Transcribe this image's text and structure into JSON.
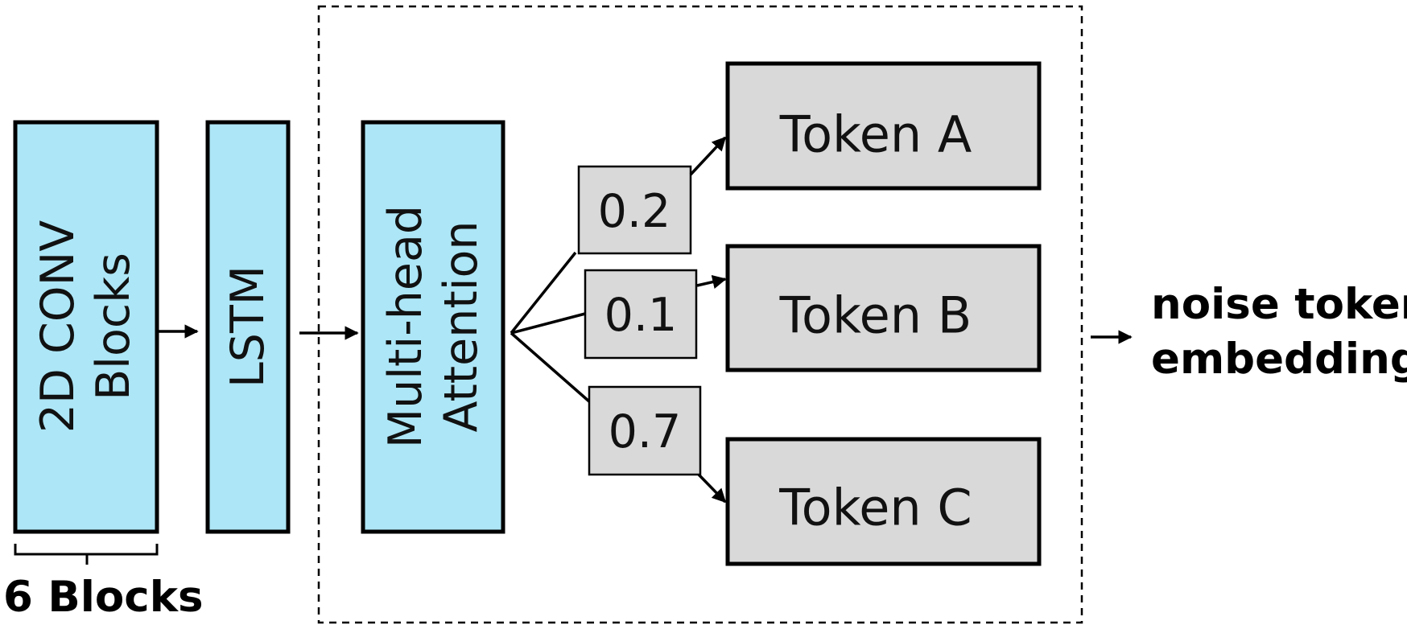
{
  "colors": {
    "block_fill": "#ade6f6",
    "token_fill": "#d9d9d9",
    "stroke": "#000000"
  },
  "blocks": {
    "conv": {
      "line1": "2D CONV",
      "line2": "Blocks"
    },
    "lstm": {
      "label": "LSTM"
    },
    "attention": {
      "line1": "Multi-head",
      "line2": "Attention"
    }
  },
  "conv_group_label": "6 Blocks",
  "weights": [
    "0.2",
    "0.1",
    "0.7"
  ],
  "tokens": [
    "Token A",
    "Token B",
    "Token C"
  ],
  "output": {
    "line1": "noise token",
    "line2": "embedding"
  }
}
